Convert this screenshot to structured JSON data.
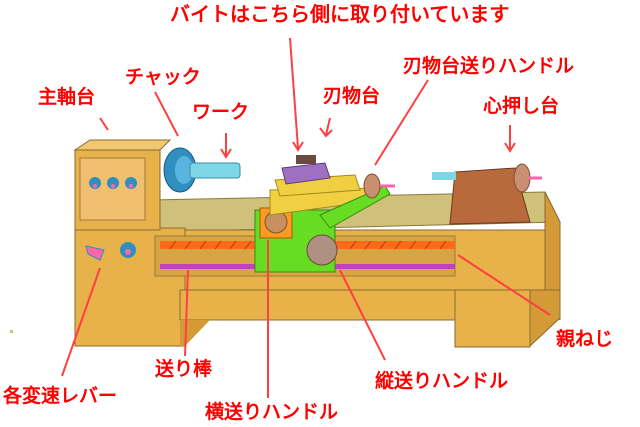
{
  "title": "旋盤各部の名称",
  "labels": {
    "tool_note": "バイトはこちら側に取り付いています",
    "tool_post_handle": "刃物台送りハンドル",
    "tool_post": "刃物台",
    "tailstock": "心押し台",
    "headstock": "主軸台",
    "chuck": "チャック",
    "work": "ワーク",
    "lead_screw": "親ねじ",
    "longitudinal_handle": "縦送りハンドル",
    "feed_rod": "送り棒",
    "speed_levers": "各変速レバー",
    "cross_handle": "横送りハンドル"
  },
  "colors": {
    "label": "#ff0000",
    "body": "#e8b24a",
    "bed_top": "#cfc07a",
    "chuck": "#2f8fbf",
    "work": "#7fd6e6",
    "carriage": "#66dd22",
    "compound": "#f0d040",
    "tool_post": "#a070c0",
    "tailstock": "#b86a3c",
    "lead_screw": "#ff6a1a",
    "feed_rod": "#c040c0"
  }
}
